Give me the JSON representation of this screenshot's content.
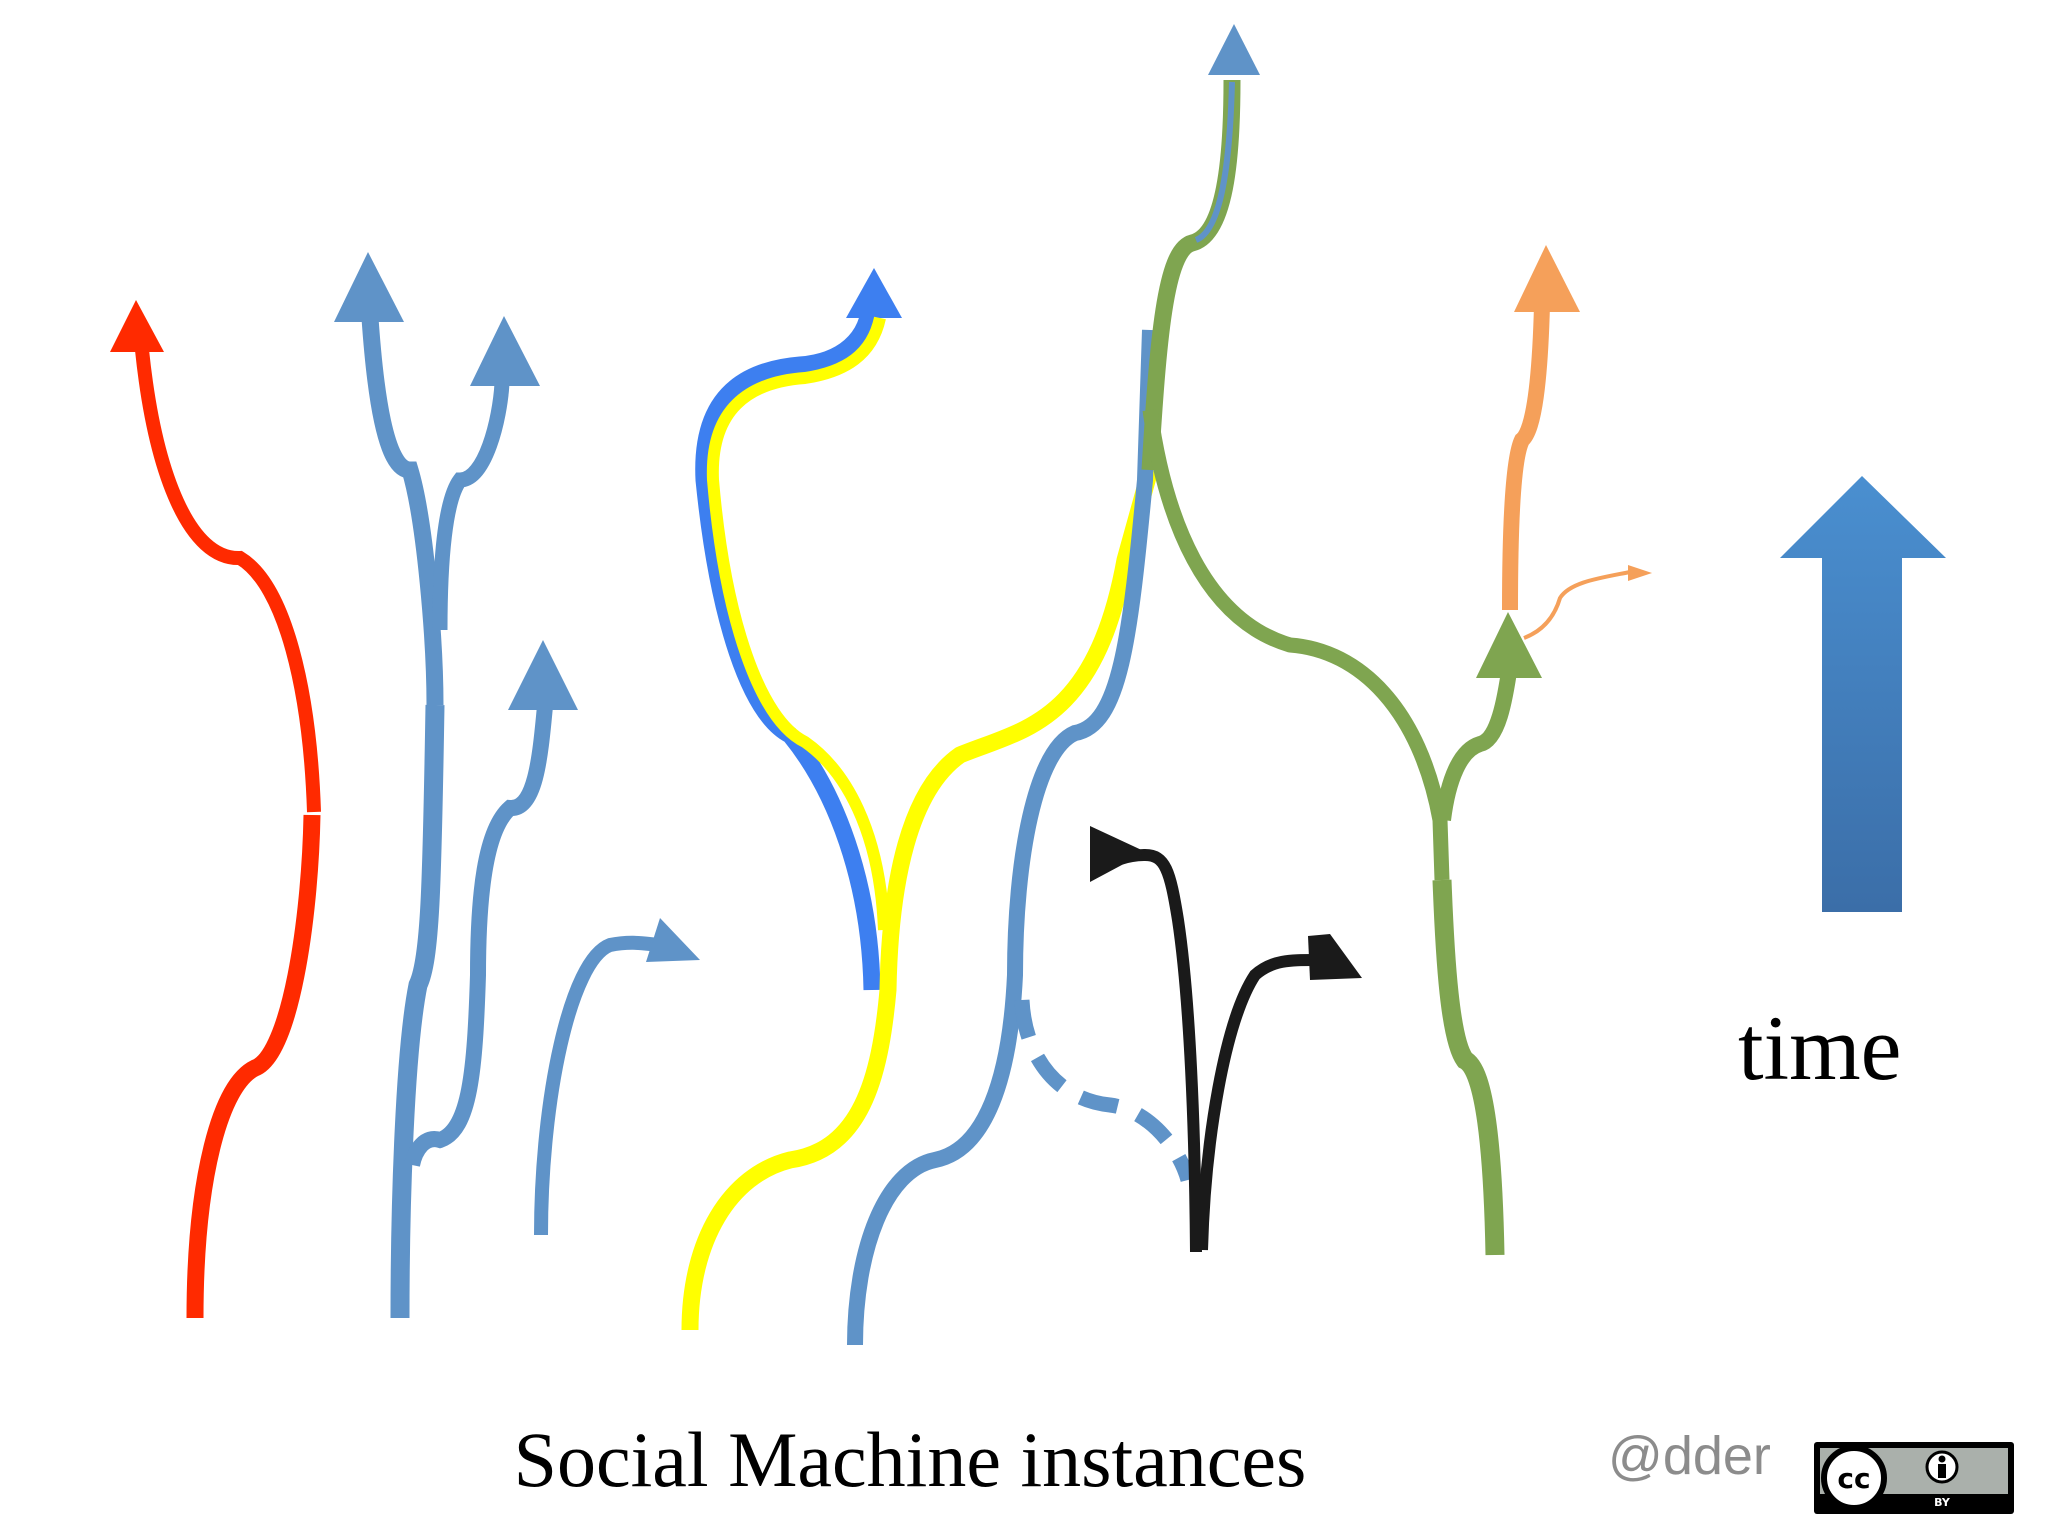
{
  "caption": "Social Machine instances",
  "time_label": "time",
  "handle": "@dder",
  "license_badge": {
    "cc_text": "cc",
    "by_text": "BY",
    "icons": [
      "cc-icon",
      "person-icon"
    ]
  },
  "colors": {
    "red": "#ff2a00",
    "steel_blue": "#5f93c8",
    "bright_blue": "#3d7ff0",
    "yellow": "#ffff00",
    "olive_green": "#7fa550",
    "orange": "#f5a05a",
    "black": "#1a1a1a",
    "time_arrow_top": "#4a8fd0",
    "time_arrow_bottom": "#3b6ea8"
  }
}
